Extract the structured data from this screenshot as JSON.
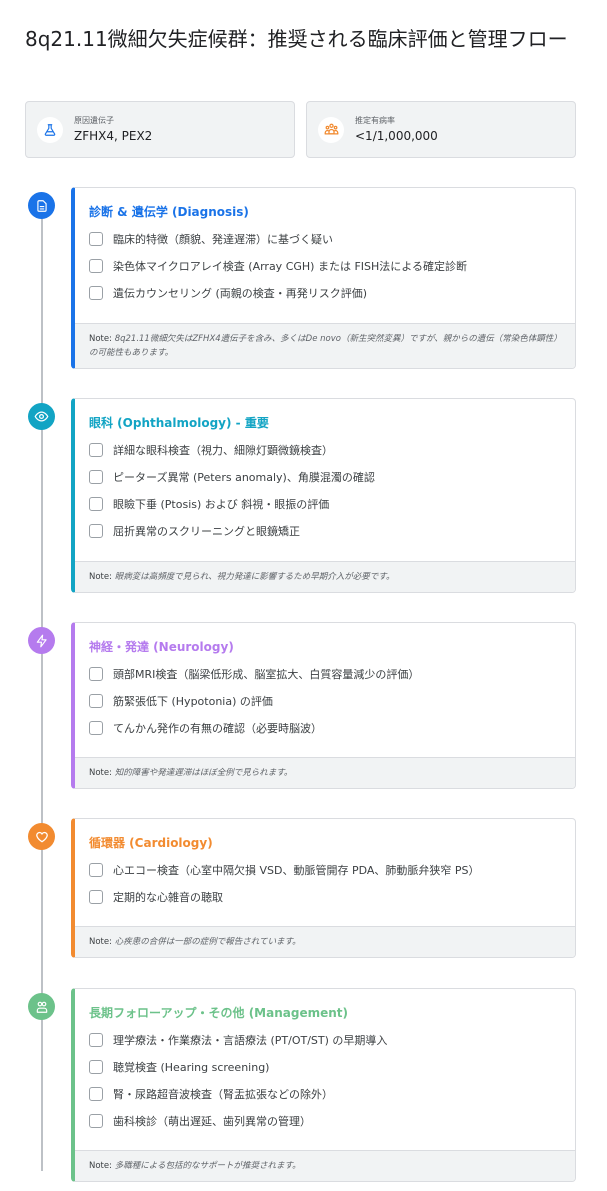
{
  "header": {
    "title": "8q21.11微細欠失症候群：推奨される臨床評価と管理フロー"
  },
  "info_cards": [
    {
      "icon": "flask-icon",
      "label": "原因遺伝子",
      "value": "ZFHX4, PEX2",
      "color": "#1a73e8"
    },
    {
      "icon": "people-icon",
      "label": "推定有病率",
      "value": "<1/1,000,000",
      "color": "#f28b30"
    }
  ],
  "sections": [
    {
      "id": "diagnosis",
      "icon": "document-icon",
      "color": "#1a73e8",
      "title": "診断 & 遺伝学 (Diagnosis)",
      "items": [
        "臨床的特徴（顔貌、発達遅滞）に基づく疑い",
        "染色体マイクロアレイ検査 (Array CGH) または FISH法による確定診断",
        "遺伝カウンセリング (両親の検査・再発リスク評価)"
      ],
      "note_label": "Note:",
      "note": "8q21.11微細欠失はZFHX4遺伝子を含み、多くはDe novo（新生突然変異）ですが、親からの遺伝（常染色体顕性）の可能性もあります。"
    },
    {
      "id": "ophthalmology",
      "icon": "eye-icon",
      "color": "#12a4c4",
      "title": "眼科 (Ophthalmology) - 重要",
      "items": [
        "詳細な眼科検査（視力、細隙灯顕微鏡検査）",
        "ピーターズ異常 (Peters anomaly)、角膜混濁の確認",
        "眼瞼下垂 (Ptosis) および 斜視・眼振の評価",
        "屈折異常のスクリーニングと眼鏡矯正"
      ],
      "note_label": "Note:",
      "note": "眼病変は高頻度で見られ、視力発達に影響するため早期介入が必要です。"
    },
    {
      "id": "neurology",
      "icon": "lightning-icon",
      "color": "#b57bee",
      "title": "神経・発達 (Neurology)",
      "items": [
        "頭部MRI検査（脳梁低形成、脳室拡大、白質容量減少の評価）",
        "筋緊張低下 (Hypotonia) の評価",
        "てんかん発作の有無の確認（必要時脳波）"
      ],
      "note_label": "Note:",
      "note": "知的障害や発達遅滞はほぼ全例で見られます。"
    },
    {
      "id": "cardiology",
      "icon": "heart-icon",
      "color": "#f28b30",
      "title": "循環器 (Cardiology)",
      "items": [
        "心エコー検査（心室中隔欠損 VSD、動脈管開存 PDA、肺動脈弁狭窄 PS）",
        "定期的な心雑音の聴取"
      ],
      "note_label": "Note:",
      "note": "心疾患の合併は一部の症例で報告されています。"
    },
    {
      "id": "management",
      "icon": "users-icon",
      "color": "#6cc28a",
      "title": "長期フォローアップ・その他 (Management)",
      "items": [
        "理学療法・作業療法・言語療法 (PT/OT/ST) の早期導入",
        "聴覚検査 (Hearing screening)",
        "腎・尿路超音波検査（腎盂拡張などの除外）",
        "歯科検診（萌出遅延、歯列異常の管理）"
      ],
      "note_label": "Note:",
      "note": "多職種による包括的なサポートが推奨されます。"
    }
  ]
}
